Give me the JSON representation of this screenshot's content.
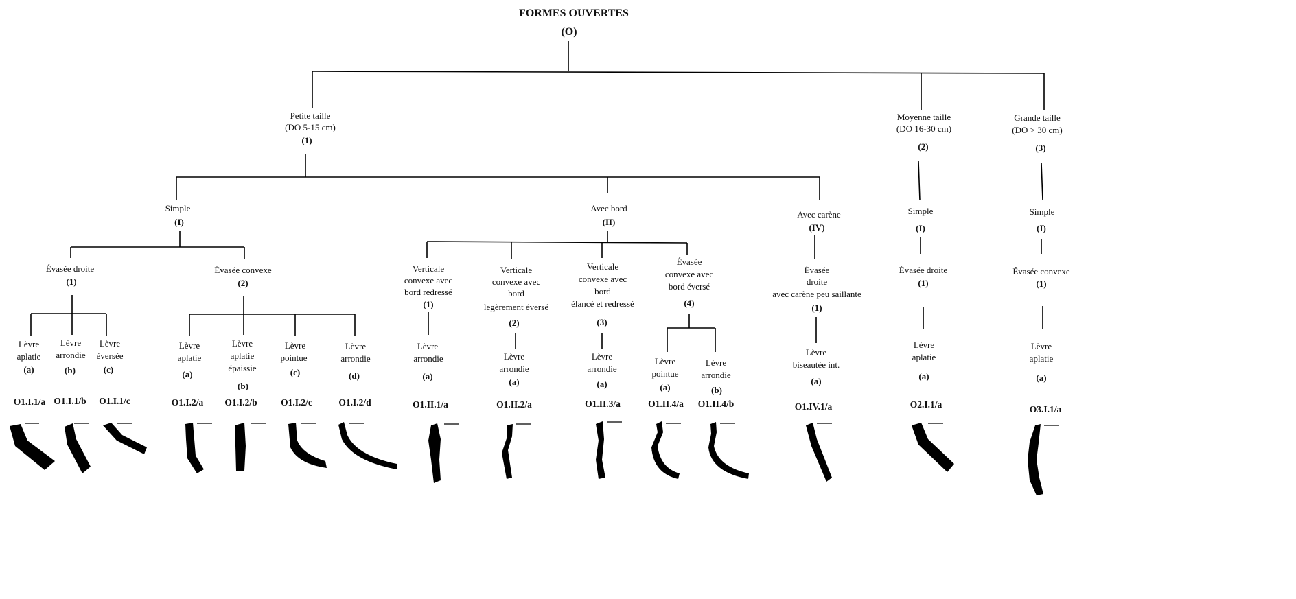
{
  "root": {
    "title": "FORMES OUVERTES",
    "code": "(O)"
  },
  "sizes": [
    {
      "label": "Petite taille",
      "range": "(DO 5-15 cm)",
      "code": "(1)"
    },
    {
      "label": "Moyenne taille",
      "range": "(DO 16-30 cm)",
      "code": "(2)"
    },
    {
      "label": "Grande taille",
      "range": "(DO > 30 cm)",
      "code": "(3)"
    }
  ],
  "groups": {
    "simple": {
      "label": "Simple",
      "code": "(I)"
    },
    "bord": {
      "label": "Avec bord",
      "code": "(II)"
    },
    "carene": {
      "label": "Avec carène",
      "code": "(IV)"
    },
    "m_simple": {
      "label": "Simple",
      "code": "(I)"
    },
    "g_simple": {
      "label": "Simple",
      "code": "(I)"
    }
  },
  "forms": {
    "s1": {
      "lines": [
        "Évasée droite"
      ],
      "code": "(1)"
    },
    "s2": {
      "lines": [
        "Évasée convexe"
      ],
      "code": "(2)"
    },
    "b1": {
      "lines": [
        "Verticale",
        "convexe avec",
        "bord redressé"
      ],
      "code": "(1)"
    },
    "b2": {
      "lines": [
        "Verticale",
        "convexe avec",
        "bord",
        "legèrement éversé"
      ],
      "code": "(2)"
    },
    "b3": {
      "lines": [
        "Verticale",
        "convexe avec",
        "bord",
        "élancé et redressé"
      ],
      "code": "(3)"
    },
    "b4": {
      "lines": [
        "Évasée",
        "convexe avec",
        "bord éversé"
      ],
      "code": "(4)"
    },
    "c1": {
      "lines": [
        "Évasée",
        "droite",
        "avec carène peu saillante"
      ],
      "code": "(1)"
    },
    "m1": {
      "lines": [
        "Évasée droite"
      ],
      "code": "(1)"
    },
    "g1": {
      "lines": [
        "Évasée convexe"
      ],
      "code": "(1)"
    }
  },
  "leaves": [
    {
      "lines": [
        "Lèvre",
        "aplatie"
      ],
      "code": "(a)",
      "type": "O1.I.1/a"
    },
    {
      "lines": [
        "Lèvre",
        "arrondie"
      ],
      "code": "(b)",
      "type": "O1.I.1/b"
    },
    {
      "lines": [
        "Lèvre",
        "éversée"
      ],
      "code": "(c)",
      "type": "O1.I.1/c"
    },
    {
      "lines": [
        "Lèvre",
        "aplatie"
      ],
      "code": "(a)",
      "type": "O1.I.2/a"
    },
    {
      "lines": [
        "Lèvre",
        "aplatie",
        "épaissie"
      ],
      "code": "(b)",
      "type": "O1.I.2/b"
    },
    {
      "lines": [
        "Lèvre",
        "pointue"
      ],
      "code": "(c)",
      "type": "O1.I.2/c"
    },
    {
      "lines": [
        "Lèvre",
        "arrondie"
      ],
      "code": "(d)",
      "type": "O1.I.2/d"
    },
    {
      "lines": [
        "Lèvre",
        "arrondie"
      ],
      "code": "(a)",
      "type": "O1.II.1/a"
    },
    {
      "lines": [
        "Lèvre",
        "arrondie"
      ],
      "code": "(a)",
      "type": "O1.II.2/a"
    },
    {
      "lines": [
        "Lèvre",
        "arrondie"
      ],
      "code": "(a)",
      "type": "O1.II.3/a"
    },
    {
      "lines": [
        "Lèvre",
        "pointue"
      ],
      "code": "(a)",
      "type": "O1.II.4/a"
    },
    {
      "lines": [
        "Lèvre",
        "arrondie"
      ],
      "code": "(b)",
      "type": "O1.II.4/b"
    },
    {
      "lines": [
        "Lèvre",
        "biseautée int."
      ],
      "code": "(a)",
      "type": "O1.IV.1/a"
    },
    {
      "lines": [
        "Lèvre",
        "aplatie"
      ],
      "code": "(a)",
      "type": "O2.I.1/a"
    },
    {
      "lines": [
        "Lèvre",
        "aplatie"
      ],
      "code": "(a)",
      "type": "O3.I.1/a"
    }
  ]
}
